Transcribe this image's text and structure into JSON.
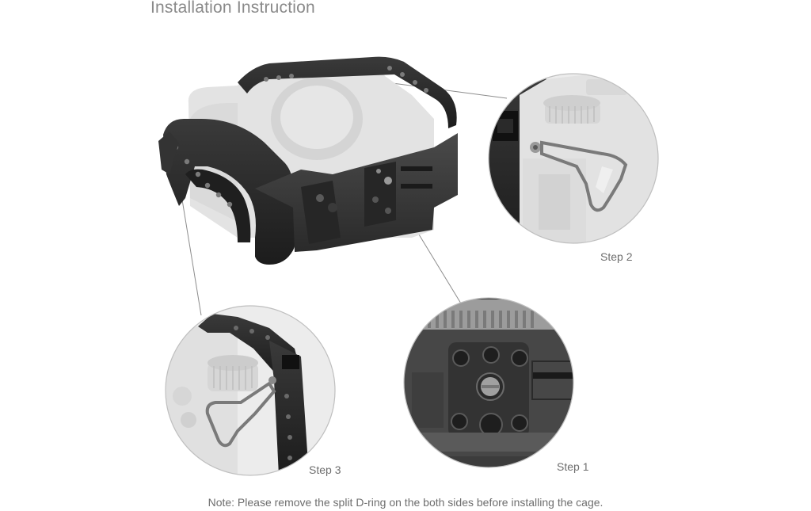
{
  "title": "Installation Instruction",
  "steps": {
    "step1": "Step 1",
    "step2": "Step 2",
    "step3": "Step 3"
  },
  "note": "Note: Please remove the split D-ring on the both sides before installing the cage.",
  "colors": {
    "text": "#6e6e6e",
    "cage": "#2b2b2b",
    "camera": "#e2e2e2"
  }
}
